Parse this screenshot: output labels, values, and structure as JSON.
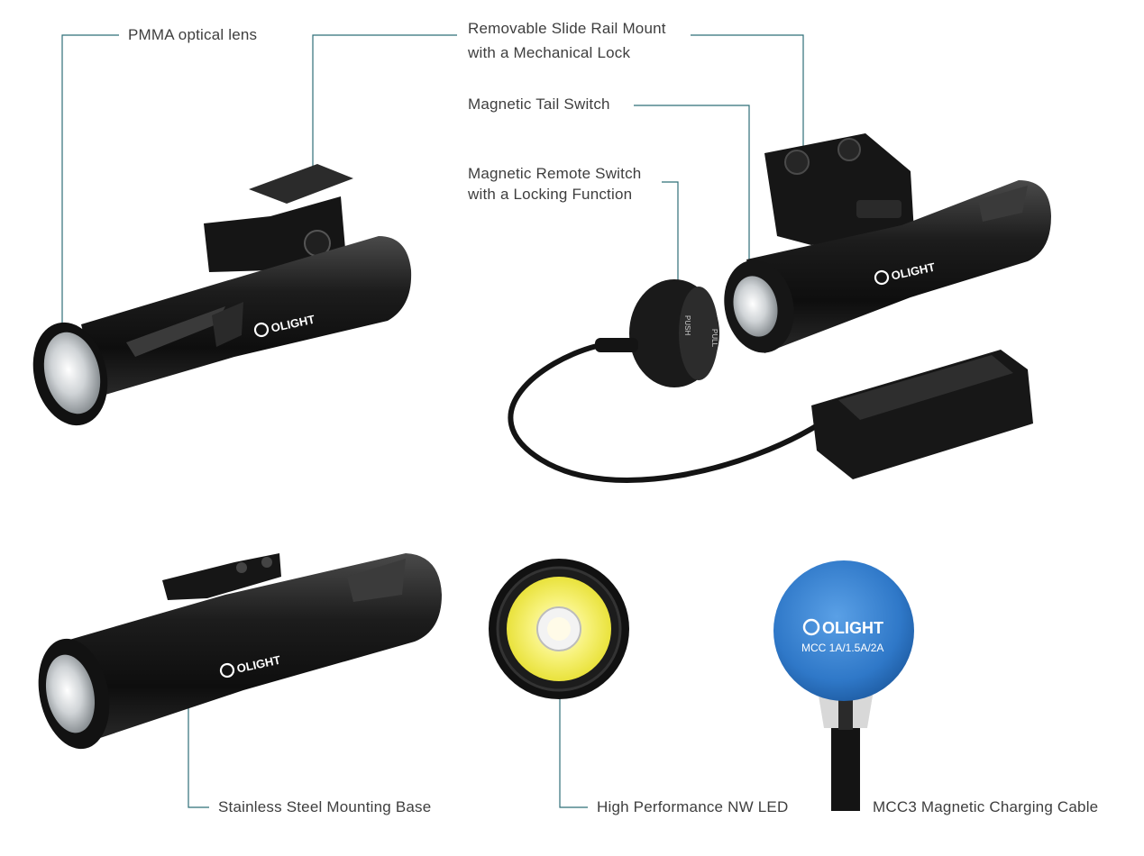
{
  "callouts": {
    "pmma": "PMMA optical lens",
    "rail_line1": "Removable Slide Rail Mount",
    "rail_line2": "with a Mechanical Lock",
    "tail_switch": "Magnetic Tail Switch",
    "remote_line1": "Magnetic Remote Switch",
    "remote_line2": "with a Locking Function",
    "mounting_base": "Stainless Steel Mounting Base",
    "led": "High Performance NW LED",
    "cable": "MCC3 Magnetic Charging Cable"
  },
  "product_marks": {
    "brand": "OLIGHT",
    "cable_spec": "MCC 1A/1.5A/2A",
    "cap_push": "PUSH",
    "cap_pull": "PULL"
  },
  "colors": {
    "leader_line": "#2f6f78",
    "label_text": "#3e3e3e",
    "body_black": "#1a1a1a",
    "charger_blue": "#2f78c8",
    "led_yellow": "#f3ee5a"
  }
}
